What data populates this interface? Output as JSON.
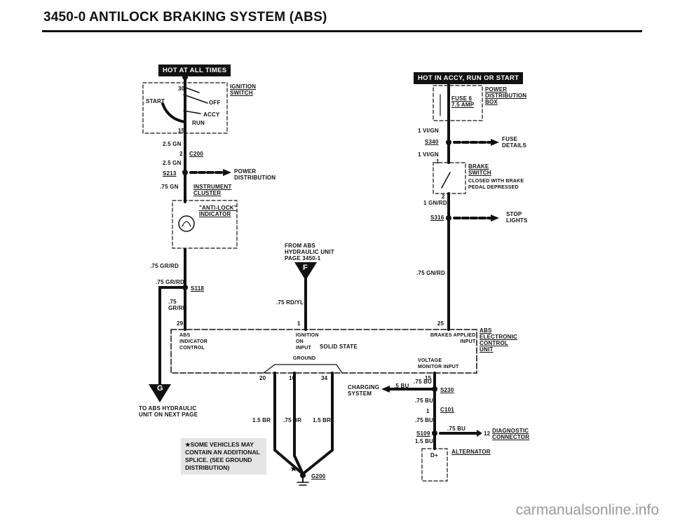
{
  "title": "3450-0   ANTILOCK BRAKING SYSTEM (ABS)",
  "banners": {
    "left": "HOT AT ALL TIMES",
    "right": "HOT IN ACCY, RUN OR START"
  },
  "ignition_switch": {
    "name_line1": "IGNITION",
    "name_line2": "SWITCH",
    "start": "START",
    "off": "OFF",
    "accy": "ACCY",
    "run": "RUN",
    "pin_30": "30",
    "pin_15": "15"
  },
  "left_wiring": {
    "w_25gn_a": "2.5 GN",
    "c200_pin": "2",
    "c200": "C200",
    "w_25gn_b": "2.5 GN",
    "s213": "S213",
    "power_dist_line1": "POWER",
    "power_dist_line2": "DISTRIBUTION",
    "w_75gn": ".75 GN",
    "cluster_line1": "INSTRUMENT",
    "cluster_line2": "CLUSTER",
    "indicator_line1": "\"ANTI-LOCK\"",
    "indicator_line2": "INDICATOR",
    "w_75grrd_a": ".75 GR/RD",
    "w_75grrd_b": ".75 GR/RD",
    "s118": "S118",
    "w_75grrd_c1": ".75",
    "w_75grrd_c2": "GR/RD",
    "to_hydraulic_line1": "TO ABS HYDRAULIC",
    "to_hydraulic_line2": "UNIT ON NEXT PAGE",
    "connector_g": "G"
  },
  "middle_wiring": {
    "from_abs_line1": "FROM ABS",
    "from_abs_line2": "HYDRAULIC UNIT",
    "from_abs_line3": "PAGE 3450-1",
    "connector_f": "F",
    "w_75rdyl": ".75 RD/YL"
  },
  "right_wiring": {
    "power_dist_line1": "POWER",
    "power_dist_line2": "DISTRIBUTION",
    "power_dist_line3": "BOX",
    "fuse_line1": "FUSE 6",
    "fuse_line2": "7.5 AMP",
    "w_1vign_a": "1 VI/GN",
    "s340": "S340",
    "fuse_details_line1": "FUSE",
    "fuse_details_line2": "DETAILS",
    "w_1vign_b": "1 VI/GN",
    "brake_pin1": "1",
    "brake_line1": "BRAKE",
    "brake_line2": "SWITCH",
    "brake_desc1": "CLOSED WITH BRAKE",
    "brake_desc2": "PEDAL DEPRESSED",
    "brake_pin2": "2",
    "w_1gnrd": "1 GN/RD",
    "s316": "S316",
    "stop_line1": "STOP",
    "stop_line2": "LIGHTS",
    "w_75gnrd": ".75 GN/RD"
  },
  "control_unit": {
    "pin_29": "29",
    "pin_1": "1",
    "pin_25": "25",
    "abs_ind_line1": "ABS",
    "abs_ind_line2": "INDICATOR",
    "abs_ind_line3": "CONTROL",
    "ign_line1": "IGNITION",
    "ign_line2": "ON",
    "ign_line3": "INPUT",
    "solid_state": "SOLID STATE",
    "brakes_line1": "BRAKES APPLIED",
    "brakes_line2": "INPUT",
    "ground": "GROUND",
    "voltage_line1": "VOLTAGE",
    "voltage_line2": "MONITOR INPUT",
    "name_line1": "ABS",
    "name_line2": "ELECTRONIC",
    "name_line3": "CONTROL",
    "name_line4": "UNIT",
    "pin_20": "20",
    "pin_10": "10",
    "pin_34": "34",
    "pin_15": "15"
  },
  "ground": {
    "w_15br_a": "1.5 BR",
    "w_75br": ".75 BR",
    "w_15br_b": "1.5 BR",
    "star": "★",
    "g200": "G200",
    "note": "★SOME VEHICLES MAY CONTAIN AN ADDITIONAL SPLICE. (SEE GROUND DISTRIBUTION)"
  },
  "charging": {
    "charging_line1": "CHARGING",
    "charging_line2": "SYSTEM",
    "w_5bu": ".5 BU",
    "w_75bu_a": ".75 BU",
    "s230": "S230",
    "w_75bu_b": ".75 BU",
    "c101_pin": "1",
    "c101": "C101",
    "w_75bu_c": ".75 BU",
    "w_75bu_d": ".75 BU",
    "s109": "S109",
    "diag_pin": "12",
    "diag_line1": "DIAGNOSTIC",
    "diag_line2": "CONNECTOR",
    "w_15bu": "1.5 BU",
    "d_plus": "D+",
    "alternator": "ALTERNATOR"
  },
  "watermark": "carmanualsonline.info"
}
